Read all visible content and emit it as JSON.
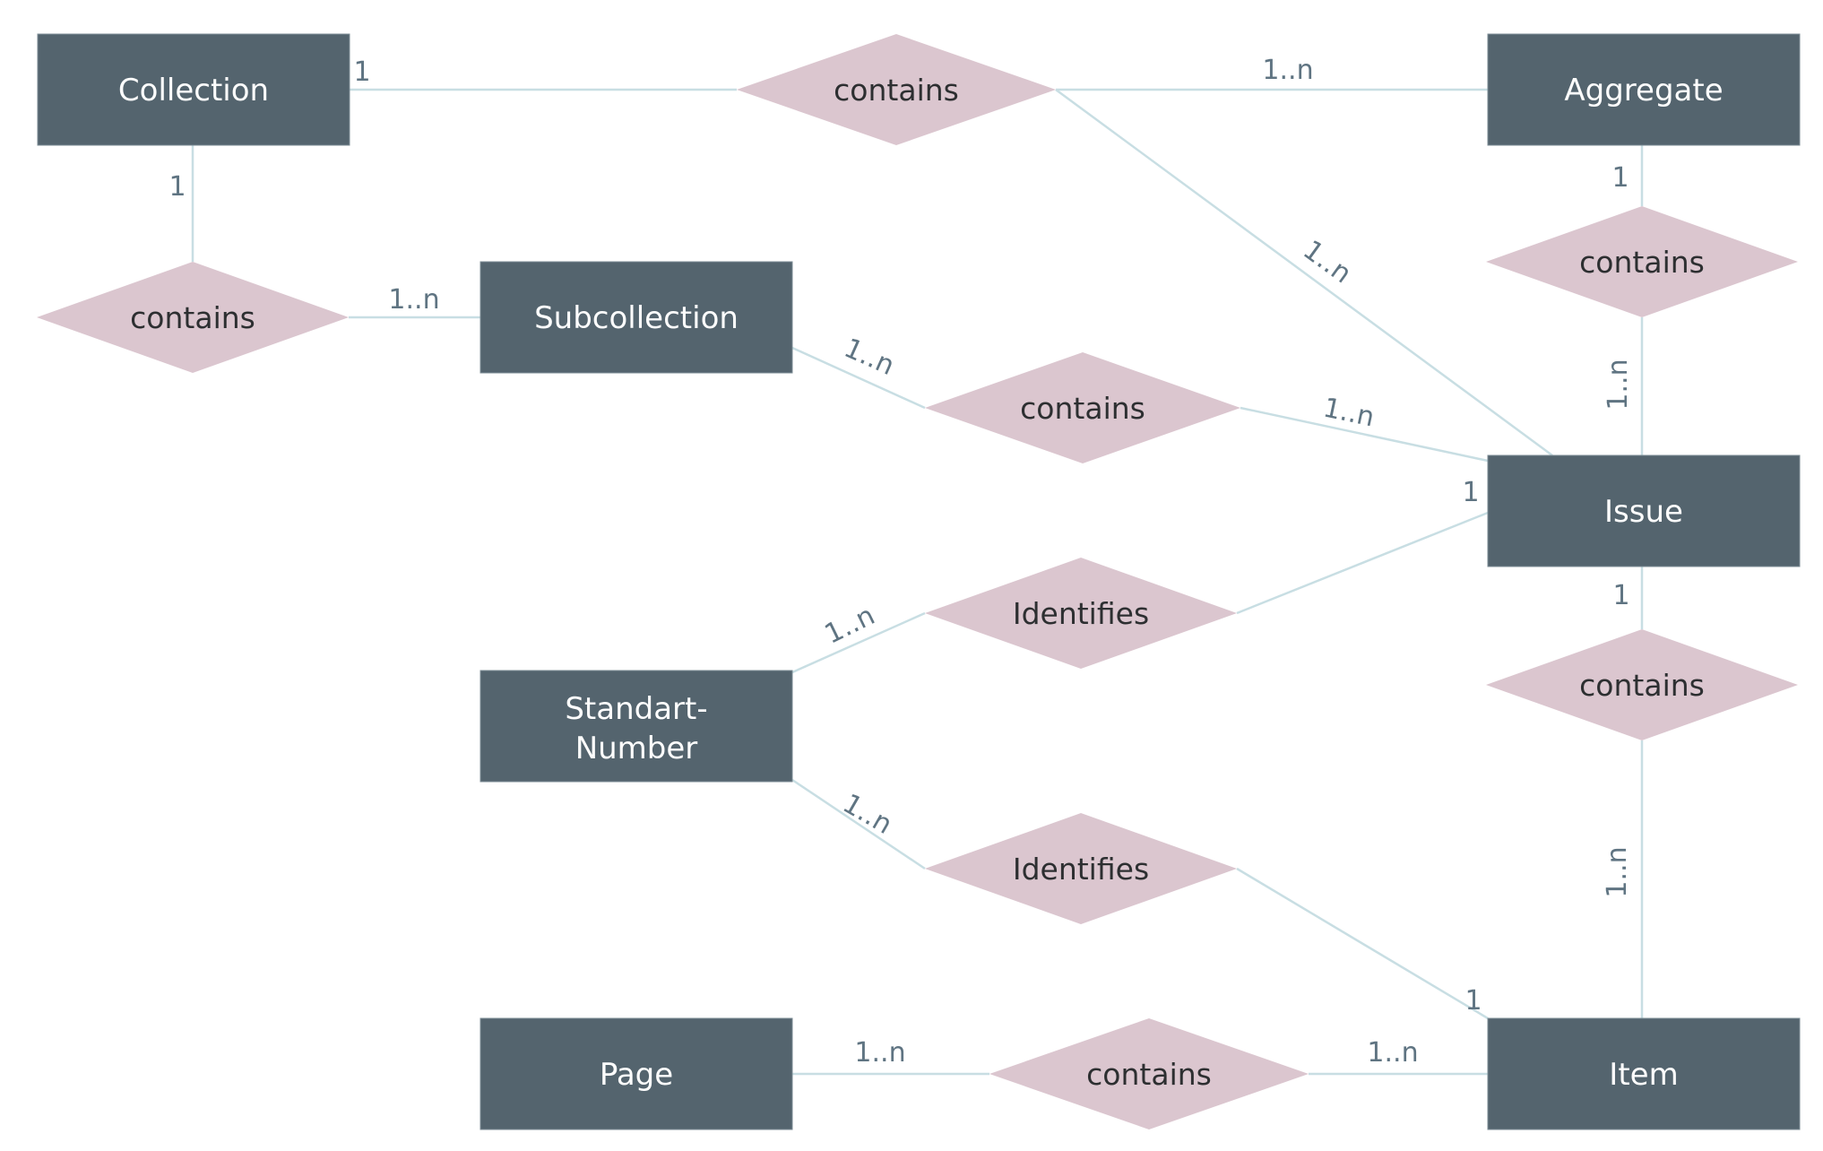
{
  "diagram": {
    "kind": "entity-relationship-diagram",
    "colors": {
      "background": "#ffffff",
      "entity_fill": "#54646e",
      "entity_text": "#fdfdfd",
      "relationship_fill": "#dbc6cf",
      "relationship_text": "#2d2f31",
      "connector": "#c8dee3",
      "cardinality_text": "#5f7482"
    },
    "entities": {
      "collection": {
        "label": "Collection"
      },
      "aggregate": {
        "label": "Aggregate"
      },
      "subcollection": {
        "label": "Subcollection"
      },
      "issue": {
        "label": "Issue"
      },
      "standart_number": {
        "line1": "Standart-",
        "line2": "Number"
      },
      "page": {
        "label": "Page"
      },
      "item": {
        "label": "Item"
      }
    },
    "relationships": {
      "collection_contains_aggregate": {
        "label": "contains",
        "from": "collection",
        "to": [
          "aggregate",
          "issue"
        ],
        "cardinality_collection": "1",
        "cardinality_aggregate": "1..n",
        "cardinality_issue": "1..n"
      },
      "collection_contains_subcollection": {
        "label": "contains",
        "from": "collection",
        "to": [
          "subcollection"
        ],
        "cardinality_collection": "1",
        "cardinality_subcollection": "1..n"
      },
      "aggregate_contains_issue": {
        "label": "contains",
        "from": "aggregate",
        "to": [
          "issue"
        ],
        "cardinality_aggregate": "1",
        "cardinality_issue": "1..n"
      },
      "subcollection_contains_issue": {
        "label": "contains",
        "from": "subcollection",
        "to": [
          "issue"
        ],
        "cardinality_subcollection": "1..n",
        "cardinality_issue": "1..n"
      },
      "standartnumber_identifies_issue": {
        "label": "Identifies",
        "from": "standart_number",
        "to": [
          "issue"
        ],
        "cardinality_standart_number": "1..n",
        "cardinality_issue": "1"
      },
      "issue_contains_item": {
        "label": "contains",
        "from": "issue",
        "to": [
          "item"
        ],
        "cardinality_issue": "1",
        "cardinality_item": "1..n"
      },
      "standartnumber_identifies_item": {
        "label": "Identifies",
        "from": "standart_number",
        "to": [
          "item"
        ],
        "cardinality_standart_number": "1..n",
        "cardinality_item": "1"
      },
      "page_contains_item": {
        "label": "contains",
        "from": "page",
        "to": [
          "item"
        ],
        "cardinality_page": "1..n",
        "cardinality_item": "1..n"
      }
    }
  }
}
